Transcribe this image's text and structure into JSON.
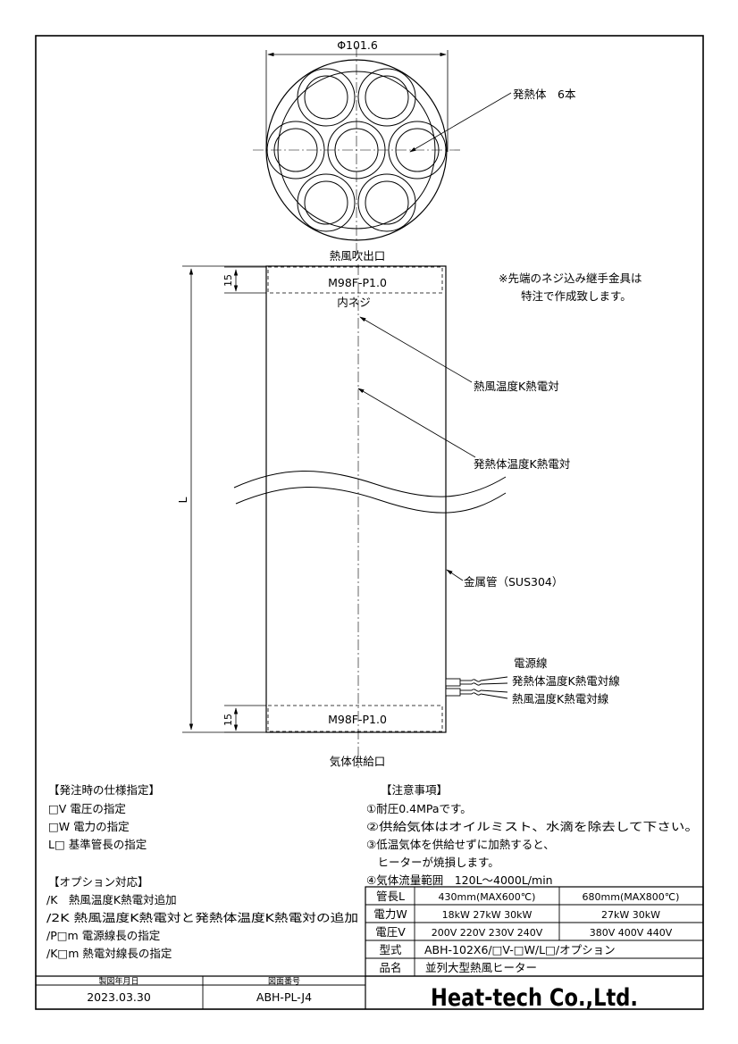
{
  "drawing": {
    "diameter_label": "Φ101.6",
    "heating_elements_label": "発熱体　6本",
    "outlet_label": "熱風吹出口",
    "inlet_label": "気体供給口",
    "thread_top": "M98F-P1.0",
    "thread_bottom": "M98F-P1.0",
    "inner_thread_label": "内ネジ",
    "dim_15_top": "15",
    "dim_15_bottom": "15",
    "length_label": "L",
    "note_fitting": [
      "※先端のネジ込み継手金具は",
      "特注で作成致します。"
    ],
    "hot_air_tc_label": "熱風温度K熱電対",
    "element_tc_label": "発熱体温度K熱電対",
    "metal_tube_label": "金属管（SUS304）",
    "wire_power": "電源線",
    "wire_element_tc": "発熱体温度K熱電対線",
    "wire_hot_air_tc": "熱風温度K熱電対線"
  },
  "spec_order": {
    "title": "【発注時の仕様指定】",
    "items": [
      "□V 電圧の指定",
      "□W 電力の指定",
      "L□ 基準管長の指定"
    ]
  },
  "options": {
    "title": "【オプション対応】",
    "items": [
      "/K　熱風温度K熱電対追加",
      "/2K 熱風温度K熱電対と発熱体温度K熱電対の追加",
      "/P□m 電源線長の指定",
      "/K□m 熱電対線長の指定"
    ]
  },
  "cautions": {
    "title": "【注意事項】",
    "items": [
      "①耐圧0.4MPaです。",
      "②供給気体はオイルミスト、水滴を除去して下さい。",
      "③低温気体を供給せずに加熱すると、",
      "　ヒーターが焼損します。",
      "④気体流量範囲　120L～4000L/min"
    ]
  },
  "spec_table": {
    "rows": [
      {
        "label": "管長L",
        "a": "430mm(MAX600℃)",
        "b": "680mm(MAX800℃)"
      },
      {
        "label": "電力W",
        "a": "18kW 27kW 30kW",
        "b": "27kW 30kW"
      },
      {
        "label": "電圧V",
        "a": "200V 220V 230V 240V",
        "b": "380V 400V 440V"
      },
      {
        "label": "型式",
        "value": "ABH-102X6/□V-□W/L□/オプション"
      },
      {
        "label": "品名",
        "value": "並列大型熱風ヒーター"
      }
    ]
  },
  "title_block": {
    "date_header": "製図年月日",
    "date": "2023.03.30",
    "drawing_no_header": "図面番号",
    "drawing_no": "ABH-PL-J4",
    "company": "Heat-tech Co.,Ltd.",
    "company_color": "#e8141a"
  }
}
